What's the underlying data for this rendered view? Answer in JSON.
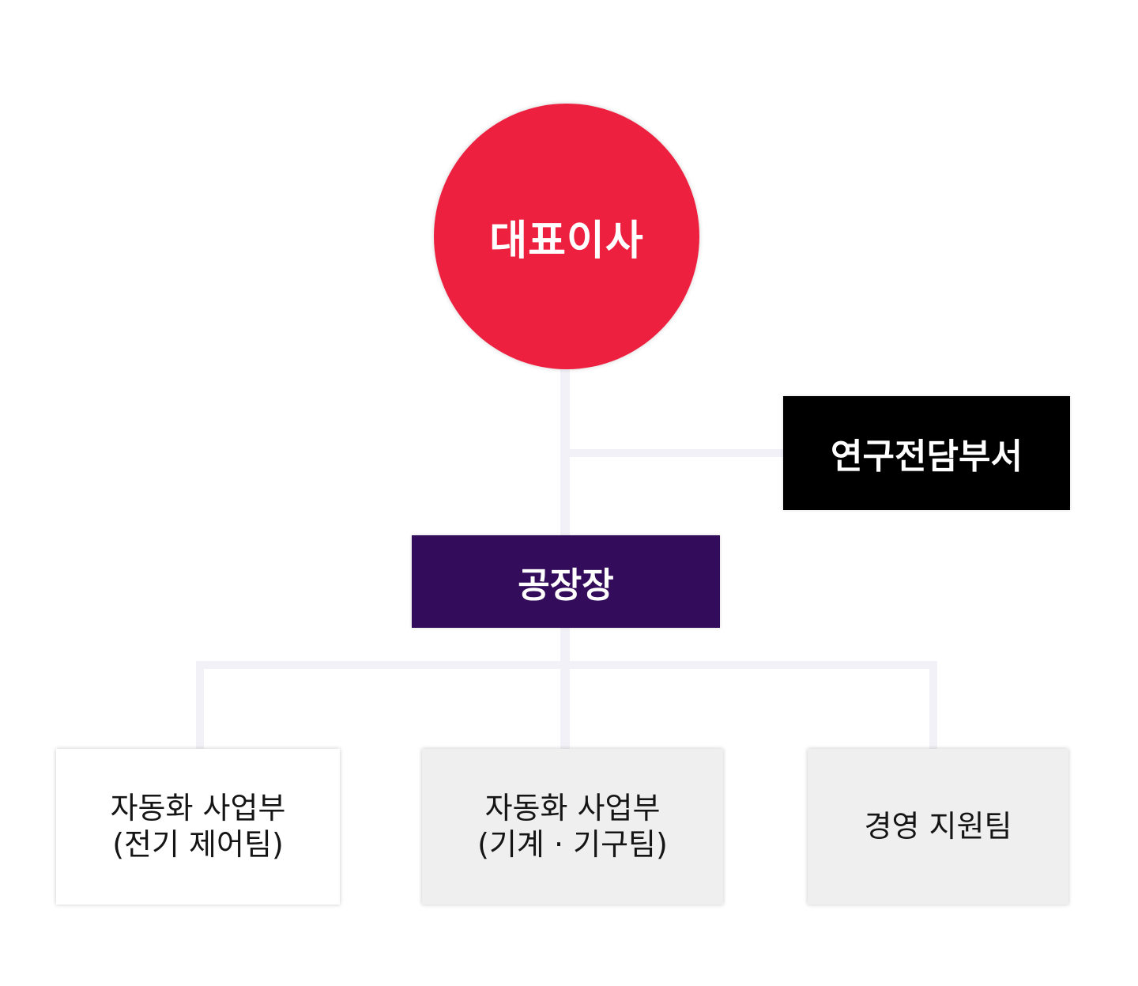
{
  "chart": {
    "ceo": "대표이사",
    "research": "연구전담부서",
    "plant": "공장장",
    "departments": [
      {
        "line1": "자동화 사업부",
        "line2": "(전기 제어팀)"
      },
      {
        "line1": "자동화 사업부",
        "line2": "(기계 · 기구팀)"
      },
      {
        "line1": "경영 지원팀",
        "line2": ""
      }
    ]
  },
  "colors": {
    "ceo": "#ee2040",
    "research": "#000000",
    "plant": "#330d5b",
    "connector": "#f1f1f7",
    "dept_light": "#ffffff",
    "dept_gray": "#efefef"
  }
}
